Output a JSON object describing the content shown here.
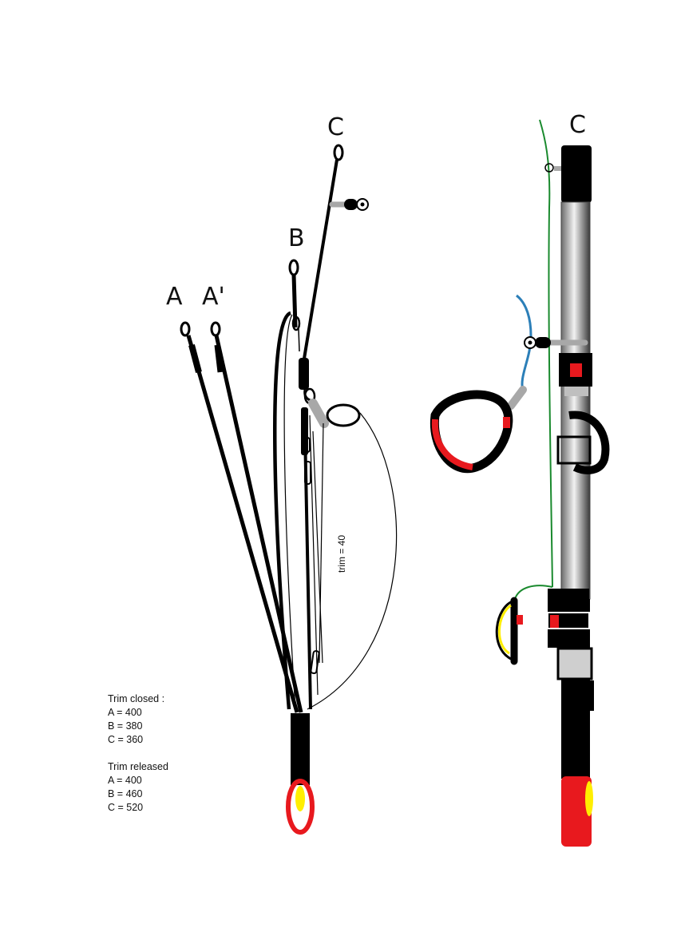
{
  "riser_labels": {
    "a": "A",
    "a_prime": "A'",
    "b": "B",
    "c_left": "C",
    "c_right": "C"
  },
  "trim_label": "trim = 40",
  "legend": {
    "closed_title": "Trim closed :",
    "closed_a": "A = 400",
    "closed_b": "B = 380",
    "closed_c": "C = 360",
    "released_title": "Trim released",
    "released_a": "A = 400",
    "released_b": "B = 460",
    "released_c": "C = 520"
  },
  "colors": {
    "line_black": "#000000",
    "handle_red": "#e8191e",
    "handle_yellow": "#ffee00",
    "brake_blue": "#2c7fb8",
    "green_line": "#1a8a2e",
    "pulley_gray": "#a8a8a8"
  }
}
